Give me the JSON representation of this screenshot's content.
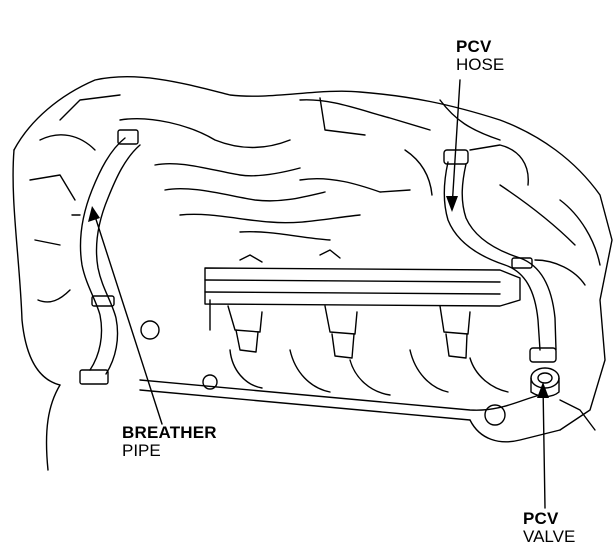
{
  "labels": {
    "pcv_hose": {
      "line1": "PCV",
      "line2": "HOSE"
    },
    "breather_pipe": {
      "line1": "BREATHER",
      "line2": "PIPE"
    },
    "pcv_valve": {
      "line1": "PCV",
      "line2": "VALVE"
    }
  },
  "colors": {
    "line": "#000000",
    "background": "#ffffff"
  }
}
